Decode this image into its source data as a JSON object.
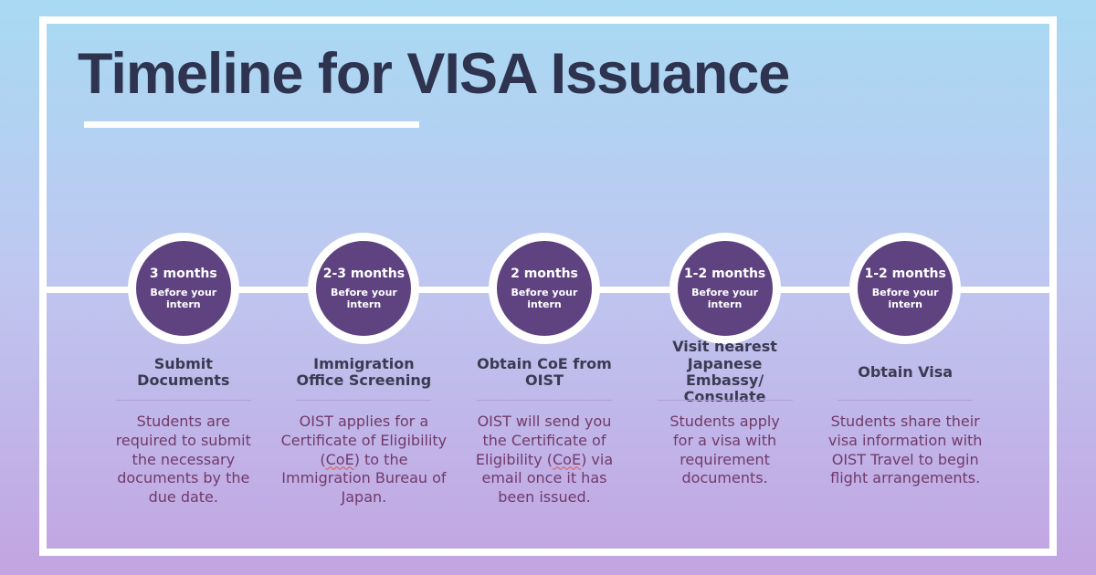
{
  "title": "Timeline for VISA Issuance",
  "colors": {
    "background_top": "#a8daf3",
    "background_mid": "#bfc7f0",
    "background_bottom": "#c2a4e1",
    "frame_and_line": "#ffffff",
    "circle_fill": "#5f4280",
    "title_text": "#2e344f",
    "heading_text": "#3b3a52",
    "body_text": "#713a6a",
    "spellcheck_underline": "#e0564e"
  },
  "timeline": {
    "steps": [
      {
        "duration": "3 months",
        "caption": "Before your intern",
        "heading": "Submit Documents",
        "body": "Students are required to submit the necessary documents by the due date."
      },
      {
        "duration": "2-3 months",
        "caption": "Before your intern",
        "heading": "Immigration Office Screening",
        "body_pre": "OIST applies for a Certificate of Eligibility (",
        "body_marked": "CoE",
        "body_post": ") to the Immigration Bureau of Japan."
      },
      {
        "duration": "2 months",
        "caption": "Before your intern",
        "heading": "Obtain CoE from OIST",
        "body_pre": "OIST will send you the Certificate of Eligibility (",
        "body_marked": "CoE",
        "body_post": ") via email once it has been issued."
      },
      {
        "duration": "1-2 months",
        "caption": "Before your intern",
        "heading": "Visit nearest Japanese Embassy/ Consulate",
        "body": "Students apply for a visa with requirement documents."
      },
      {
        "duration": "1-2 months",
        "caption": "Before your intern",
        "heading": "Obtain Visa",
        "body": "Students share their visa information with OIST Travel to begin flight arrangements."
      }
    ]
  }
}
